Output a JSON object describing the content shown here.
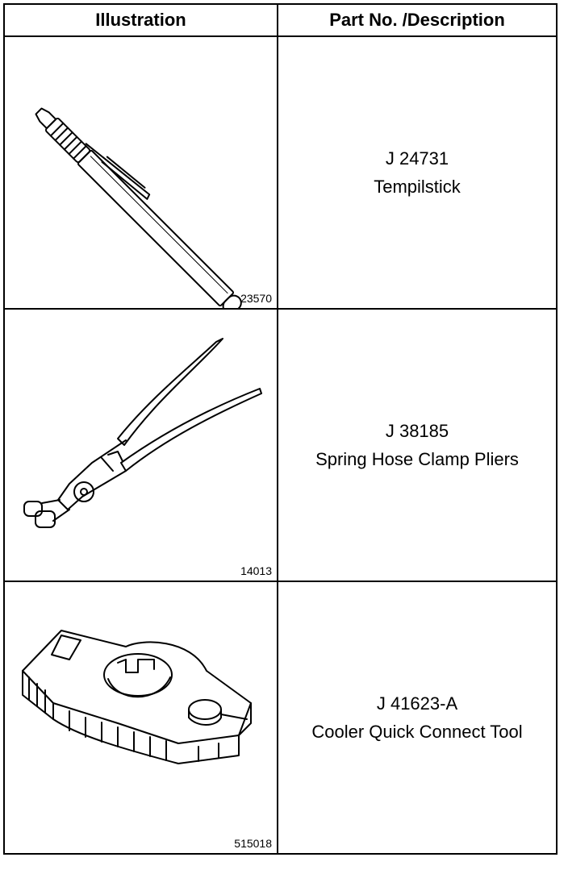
{
  "headers": {
    "illustration": "Illustration",
    "part": "Part No. /Description"
  },
  "rows": [
    {
      "figure_number": "23570",
      "part_no": "J 24731",
      "description": "Tempilstick",
      "icon": "tempilstick-icon"
    },
    {
      "figure_number": "14013",
      "part_no": "J 38185",
      "description": "Spring Hose Clamp Pliers",
      "icon": "pliers-icon"
    },
    {
      "figure_number": "515018",
      "part_no": "J 41623-A",
      "description": "Cooler Quick Connect Tool",
      "icon": "quick-connect-tool-icon"
    }
  ]
}
